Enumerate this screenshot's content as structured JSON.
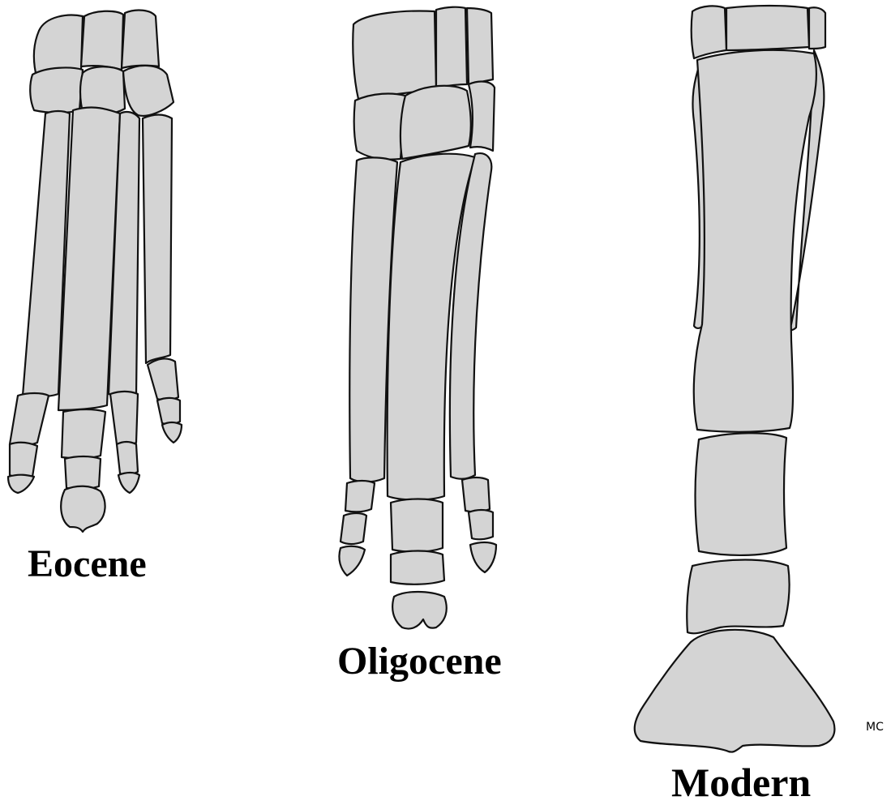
{
  "figure": {
    "labels": {
      "eocene": "Eocene",
      "oligocene": "Oligocene",
      "modern": "Modern"
    },
    "signature": "MC"
  },
  "colors": {
    "bone_fill": "#d4d4d4",
    "outline": "#111111",
    "background": "#ffffff"
  }
}
